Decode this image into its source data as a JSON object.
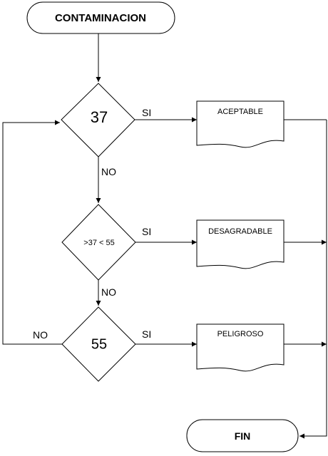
{
  "start": {
    "label": "CONTAMINACION"
  },
  "decisions": [
    {
      "label": "37"
    },
    {
      "label": ">37 < 55"
    },
    {
      "label": "55"
    }
  ],
  "outputs": [
    {
      "label": "ACEPTABLE"
    },
    {
      "label": "DESAGRADABLE"
    },
    {
      "label": "PELIGROSO"
    }
  ],
  "edges": {
    "yes_1": "SI",
    "yes_2": "SI",
    "yes_3": "SI",
    "no_1": "NO",
    "no_2": "NO",
    "no_3": "NO"
  },
  "end": {
    "label": "FIN"
  }
}
